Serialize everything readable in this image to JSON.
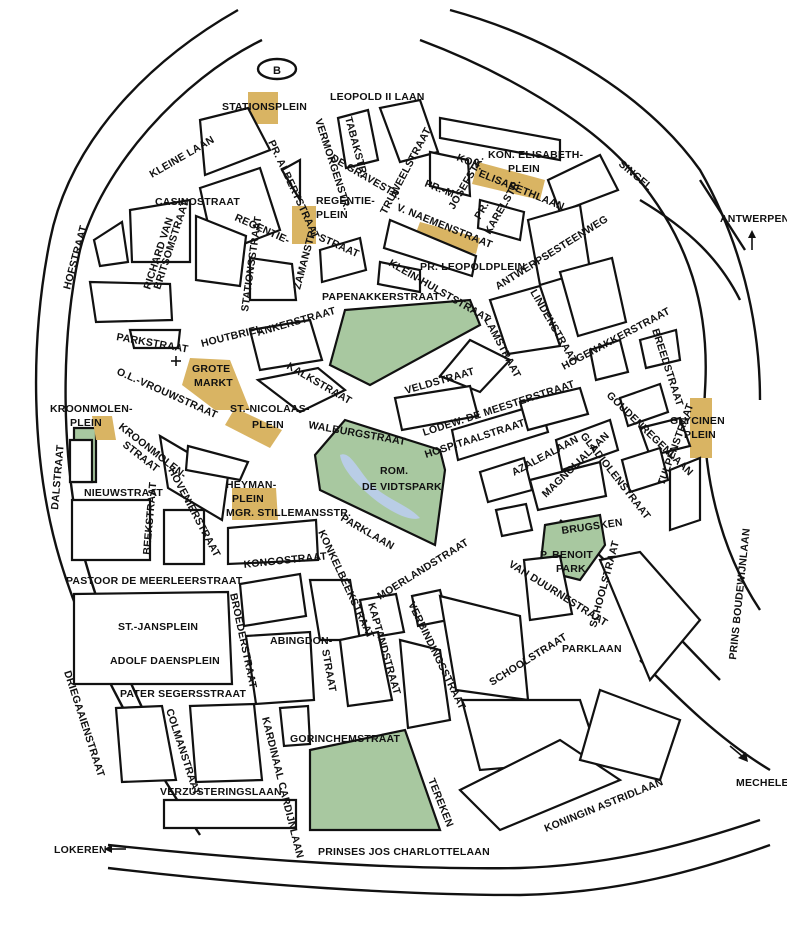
{
  "map": {
    "station_symbol": "B",
    "colors": {
      "park": "#a8c8a0",
      "square": "#d9b463",
      "water": "#b9cde6",
      "ink": "#111111"
    },
    "streets": {
      "stationsplein": "STATIONSPLEIN",
      "leopold_ii_laan": "LEOPOLD II LAAN",
      "kleine_laan": "KLEINE LAAN",
      "casinostraat": "CASINOSTRAAT",
      "pr_albertstraat": "PR. ALBERTSTRAAT",
      "vermorgenstr": "VERMORGENSTR.",
      "tabakstr": "TABAKSTR.",
      "de_gravestr": "DE GRAVESTR.",
      "truweelstraat": "TRUWEELSTRAAT",
      "kon_elisabethplein": "KON. ELISABETH-PLEIN",
      "kon": "KON.",
      "elisabethlaan": "ELISABETHLAAN",
      "singel": "SINGEL",
      "regentieplein": "REGENTIE-PLEIN",
      "regentiestraat": "REGENTIE-STRAAT",
      "pr_m_jozefstr": "PR.-M. JOSEFSTR.",
      "pr_karelstr": "PR. KARELSTR.",
      "v_naemenstraat": "V. NAEMENSTRAAT",
      "hofstraat": "HOFSTRAAT",
      "richard_van_britsomstraat": "RICHARD VAN BRITSOMSTRAAT",
      "stationsstraat": "STATIONSSTRAAT",
      "zamanstr": "ZAMANSTR.",
      "pr_leopoldplein": "PR. LEOPOLDPLEIN",
      "antwerpsesteenweg": "ANTWERPSESTEENWEG",
      "antwerpen": "ANTWERPEN",
      "klein_hulststraat": "KLEIN-HULSTSTRAAT",
      "papenakkerstraat": "PAPENAKKERSTRAAT",
      "lindenstraat": "LINDENSTRAAT",
      "parkstraat": "PARKSTRAAT",
      "houtbriel": "HOUTBRIEL",
      "ankerstraat": "ANKERSTRAAT",
      "lamstraat": "LAMSTRAAT",
      "hogenakkerstraat": "HOGENAKKERSTRAAT",
      "breedstraat": "BREEDSTRAAT",
      "grote_markt": "GROTE MARKT",
      "kalkstraat": "KALKSTRAAT",
      "veldstraat": "VELDSTRAAT",
      "ol_vrouwstraat": "O.L.-VROUWSTRAAT",
      "st_nicolaasplein": "ST.-NICOLAAS-PLEIN",
      "walburgstraat": "WALBURGSTRAAT",
      "lodew_de_meesterstraat": "LODEW. DE MEESTERSTRAAT",
      "goudenregenlaan": "GOUDENREGENLAAN",
      "glycinenplein": "GLYCINEN PLEIN",
      "kroonmolenplein": "KROONMOLEN-PLEIN",
      "kroonmolenstraat": "KROONMOLEN-STRAAT",
      "gladiolenstraat": "GLADIOLENSTRAAT",
      "hospitaalstraat": "HOSPITAALSTRAAT",
      "azalealaan": "AZALEALAAN",
      "rom_de_vidtspark": "ROM. DE VIDTSPARK",
      "magnolialaan": "MAGNOLIALAAN",
      "tulpenstraat": "TULPENSTRAAT",
      "dalstraat": "DALSTRAAT",
      "nieuwstraat": "NIEUWSTRAAT",
      "hovenierstraat": "HOVENIERSTRAAT",
      "heymanplein": "HEYMAN-PLEIN",
      "mgr_stillemansstr": "MGR. STILLEMANSSTR.",
      "brugsken": "BRUGSKEN",
      "beekstraat": "BEEKSTRAAT",
      "parklaan": "PARKLAAN",
      "p_benoit_park": "P. BENOIT PARK",
      "konkelbeekstraat": "KONKELBEEKSTRAAT",
      "kongostraat": "KONGOSTRAAT",
      "moerlandstraat": "MOERLANDSTRAAT",
      "van_duurnestraat": "VAN DUURNESTRAAT",
      "schoolstraat": "SCHOOLSTRAAT",
      "prins_boudewijnlaan": "PRINS BOUDEWIJNLAAN",
      "pastoor_de_meerleerstraat": "PASTOOR DE MEERLEERSTRAAT",
      "st_jansplein": "ST.-JANSPLEIN",
      "broederstraat": "BROEDERSTRAAT",
      "verbindingsstraat": "VERBINDINGSSTRAAT",
      "abingdonstraat": "ABINGDON-STRAAT",
      "kapiteinstraat": "KAPTANDSTRAAT",
      "adolf_daensplein": "ADOLF DAENSPLEIN",
      "driegaaienstraat": "DRIEGAAIENSTRAAT",
      "pater_segersstraat": "PATER SEGERSSTRAAT",
      "colmanstraat": "COLMANSTRAAT",
      "kardinaal_cardijnlaan": "KARDINAAL CARDIJNLAAN",
      "gorinchemstraat": "GORINCHEMSTRAAT",
      "tereken": "TEREKEN",
      "verzusteringslaan": "VERZUSTERINGSLAAN",
      "mechelen": "MECHELEN",
      "koningin_astridlaan": "KONINGIN ASTRIDLAAN",
      "lokeren": "LOKEREN",
      "prinses_jos_charlottelaan": "PRINSES JOS CHARLOTTELAAN"
    }
  }
}
